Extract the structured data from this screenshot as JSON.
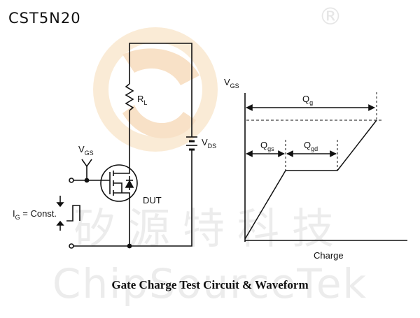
{
  "header": {
    "part_number": "CST5N20"
  },
  "watermark": {
    "chinese": "矽源特科技",
    "latin": "ChipSourceTek",
    "registered": "®"
  },
  "circuit": {
    "load_resistor": "R",
    "load_resistor_sub": "L",
    "drain_source_supply": "V",
    "drain_source_supply_sub": "DS",
    "gate_supply": "V",
    "gate_supply_sub": "GS",
    "gate_current_pre": "I",
    "gate_current_sub": "G",
    "gate_current_post": " = Const.",
    "device_label": "DUT"
  },
  "waveform": {
    "y_axis_label": "V",
    "y_axis_label_sub": "GS",
    "x_axis_label": "Charge",
    "total_charge": "Q",
    "total_charge_sub": "g",
    "gate_source_charge": "Q",
    "gate_source_charge_sub": "gs",
    "gate_drain_charge": "Q",
    "gate_drain_charge_sub": "gd"
  },
  "caption": "Gate Charge Test Circuit & Waveform"
}
